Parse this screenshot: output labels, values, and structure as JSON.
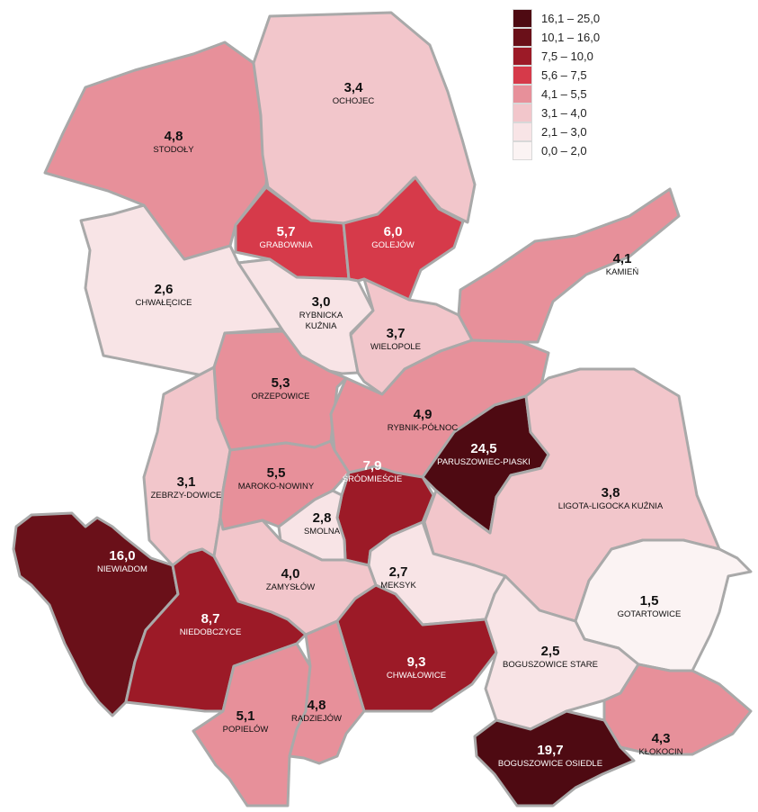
{
  "legend": [
    {
      "label": "16,1 – 25,0",
      "color": "#4e0a12"
    },
    {
      "label": "10,1 – 16,0",
      "color": "#6a1019"
    },
    {
      "label": "7,5 – 10,0",
      "color": "#9c1a27"
    },
    {
      "label": "5,6 – 7,5",
      "color": "#d63a4a"
    },
    {
      "label": "4,1 – 5,5",
      "color": "#e7909a"
    },
    {
      "label": "3,1 – 4,0",
      "color": "#f2c6cb"
    },
    {
      "label": "2,1 – 3,0",
      "color": "#f8e4e6"
    },
    {
      "label": "0,0 – 2,0",
      "color": "#fbf3f3"
    }
  ],
  "districts": [
    {
      "id": "stodoly",
      "name": "STODOŁY",
      "value": "4,8",
      "color": "#e7909a"
    },
    {
      "id": "ochojec",
      "name": "OCHOJEC",
      "value": "3,4",
      "color": "#f2c6cb"
    },
    {
      "id": "grabownia",
      "name": "GRABOWNIA",
      "value": "5,7",
      "color": "#d63a4a"
    },
    {
      "id": "golejow",
      "name": "GOLEJÓW",
      "value": "6,0",
      "color": "#d63a4a"
    },
    {
      "id": "kamien",
      "name": "KAMIEŃ",
      "value": "4,1",
      "color": "#e7909a"
    },
    {
      "id": "chwalecice",
      "name": "CHWAŁĘCICE",
      "value": "2,6",
      "color": "#f8e4e6"
    },
    {
      "id": "rybnicka-kuznia",
      "name": "RYBNICKA",
      "name2": "KUŹNIA",
      "value": "3,0",
      "color": "#f8e4e6"
    },
    {
      "id": "wielopole",
      "name": "WIELOPOLE",
      "value": "3,7",
      "color": "#f2c6cb"
    },
    {
      "id": "orzepowice",
      "name": "ORZEPOWICE",
      "value": "5,3",
      "color": "#e7909a"
    },
    {
      "id": "rybnik-polnoc",
      "name": "RYBNIK-PÓŁNOC",
      "value": "4,9",
      "color": "#e7909a"
    },
    {
      "id": "paruszowiec-piaski",
      "name": "PARUSZOWIEC-PIASKI",
      "value": "24,5",
      "color": "#4e0a12"
    },
    {
      "id": "ligota",
      "name": "LIGOTA-LIGOCKA KUŹNIA",
      "value": "3,8",
      "color": "#f2c6cb"
    },
    {
      "id": "zebrzydowice",
      "name": "ZEBRZY-DOWICE",
      "value": "3,1",
      "color": "#f2c6cb"
    },
    {
      "id": "maroko-nowiny",
      "name": "MAROKO-NOWINY",
      "value": "5,5",
      "color": "#e7909a"
    },
    {
      "id": "srodmiescie",
      "name": "ŚRÓDMIEŚCIE",
      "value": "7,9",
      "color": "#9c1a27"
    },
    {
      "id": "smolna",
      "name": "SMOLNA",
      "value": "2,8",
      "color": "#f8e4e6"
    },
    {
      "id": "meksyk",
      "name": "MEKSYK",
      "value": "2,7",
      "color": "#f8e4e6"
    },
    {
      "id": "niewiadom",
      "name": "NIEWIADOM",
      "value": "16,0",
      "color": "#6a1019"
    },
    {
      "id": "zamyslow",
      "name": "ZAMYSŁÓW",
      "value": "4,0",
      "color": "#f2c6cb"
    },
    {
      "id": "gotartowice",
      "name": "GOTARTOWICE",
      "value": "1,5",
      "color": "#fbf3f3"
    },
    {
      "id": "niedobczyce",
      "name": "NIEDOBCZYCE",
      "value": "8,7",
      "color": "#9c1a27"
    },
    {
      "id": "chwalowice",
      "name": "CHWAŁOWICE",
      "value": "9,3",
      "color": "#9c1a27"
    },
    {
      "id": "boguszowice-stare",
      "name": "BOGUSZOWICE STARE",
      "value": "2,5",
      "color": "#f8e4e6"
    },
    {
      "id": "popielow",
      "name": "POPIELÓW",
      "value": "5,1",
      "color": "#e7909a"
    },
    {
      "id": "radziejow",
      "name": "RADZIEJÓW",
      "value": "4,8",
      "color": "#e7909a"
    },
    {
      "id": "klokocin",
      "name": "KŁOKOCIN",
      "value": "4,3",
      "color": "#e7909a"
    },
    {
      "id": "boguszowice-osiedle",
      "name": "BOGUSZOWICE OSIEDLE",
      "value": "19,7",
      "color": "#4e0a12"
    }
  ]
}
